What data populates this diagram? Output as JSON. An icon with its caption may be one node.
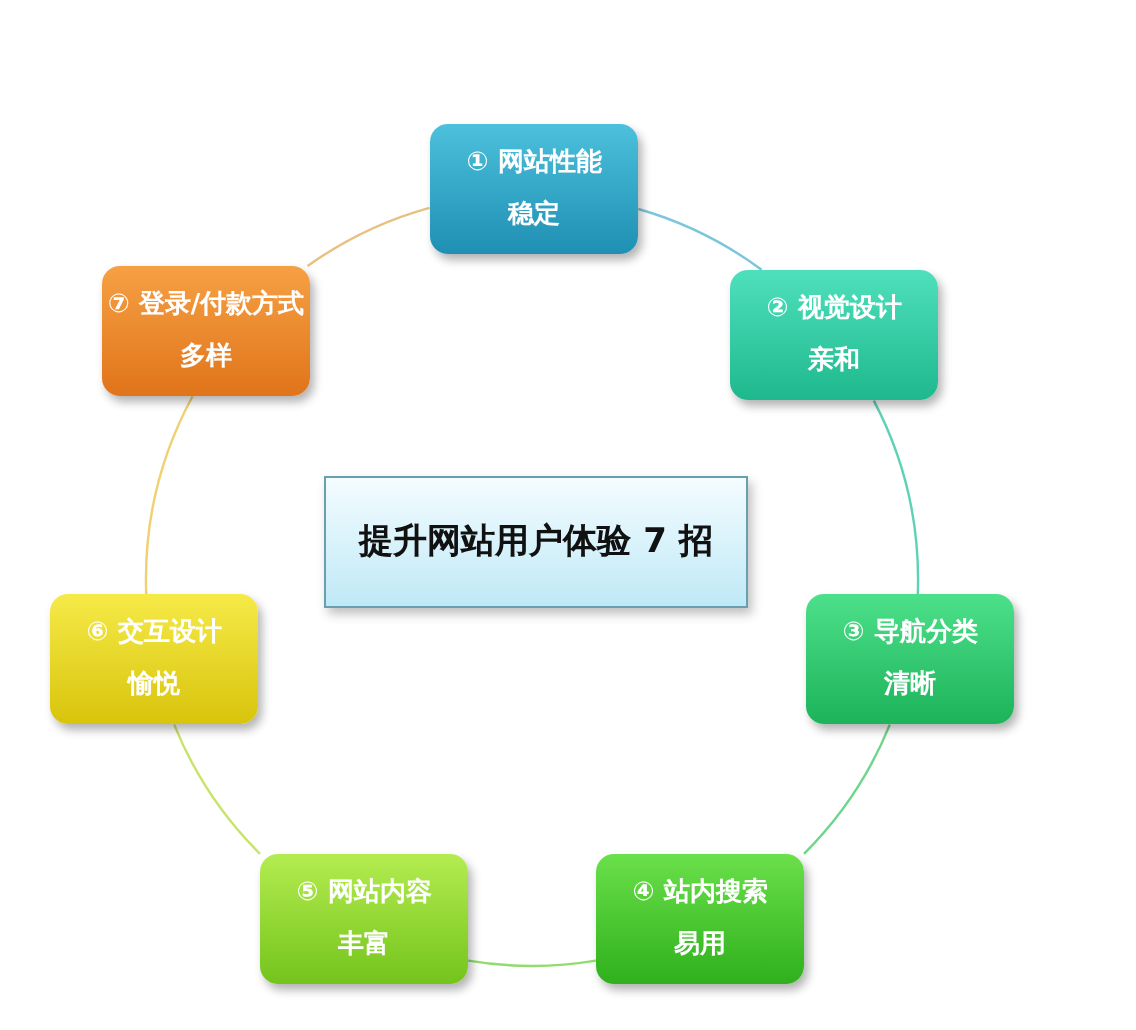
{
  "diagram": {
    "nodes": [
      {
        "text": [
          "提升网站用户体验 7 招"
        ]
      },
      {
        "text": [
          "① 网站性能",
          "稳定"
        ]
      },
      {
        "text": [
          "② 视觉设计",
          "亲和"
        ]
      },
      {
        "text": [
          "③ 导航分类",
          "清晰"
        ]
      },
      {
        "text": [
          "④ 站内搜索",
          "易用"
        ]
      },
      {
        "text": [
          "⑤ 网站内容",
          "丰富"
        ]
      },
      {
        "text": [
          "⑥ 交互设计",
          "愉悦"
        ]
      },
      {
        "text": [
          "⑦ 登录/付款方式",
          "多样"
        ]
      }
    ],
    "edges": [
      {
        "from": 1,
        "to": 2,
        "arrow": "none",
        "color": "#7cc6dc"
      },
      {
        "from": 2,
        "to": 3,
        "arrow": "none",
        "color": "#5ed2b4"
      },
      {
        "from": 3,
        "to": 4,
        "arrow": "none",
        "color": "#6ed68c"
      },
      {
        "from": 4,
        "to": 5,
        "arrow": "none",
        "color": "#90dc6c"
      },
      {
        "from": 5,
        "to": 6,
        "arrow": "none",
        "color": "#c8e468"
      },
      {
        "from": 6,
        "to": 7,
        "arrow": "none",
        "color": "#f0d070"
      },
      {
        "from": 7,
        "to": 1,
        "arrow": "none",
        "color": "#e8c080"
      }
    ]
  }
}
